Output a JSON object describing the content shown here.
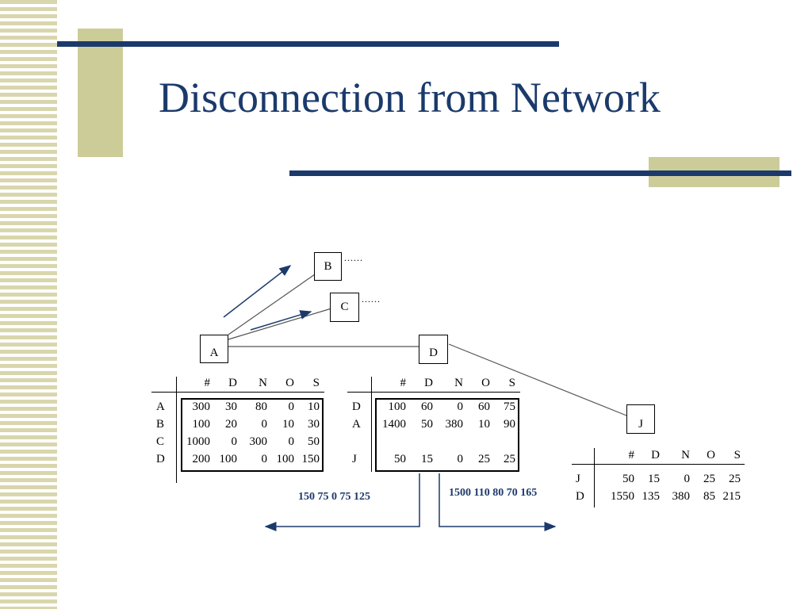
{
  "colors": {
    "accent_navy": "#1b3a6b",
    "accent_khaki": "#cccc99",
    "stripe": "#d9d6ad"
  },
  "slide": {
    "title": "Disconnection from Network"
  },
  "nodes": {
    "a": "A",
    "b": "B",
    "c": "C",
    "d": "D",
    "j": "J"
  },
  "headers": [
    "#",
    "D",
    "N",
    "O",
    "S"
  ],
  "table_a": {
    "rows": [
      {
        "label": "A",
        "cells": [
          "300",
          "30",
          "80",
          "0",
          "10"
        ]
      },
      {
        "label": "B",
        "cells": [
          "100",
          "20",
          "0",
          "10",
          "30"
        ]
      },
      {
        "label": "C",
        "cells": [
          "1000",
          "0",
          "300",
          "0",
          "50"
        ]
      },
      {
        "label": "D",
        "cells": [
          "200",
          "100",
          "0",
          "100",
          "150"
        ]
      }
    ]
  },
  "table_d": {
    "rows": [
      {
        "label": "D",
        "cells": [
          "100",
          "60",
          "0",
          "60",
          "75"
        ]
      },
      {
        "label": "A",
        "cells": [
          "1400",
          "50",
          "380",
          "10",
          "90"
        ]
      },
      {
        "label": "J",
        "cells": [
          "50",
          "15",
          "0",
          "25",
          "25"
        ]
      }
    ]
  },
  "table_j": {
    "rows": [
      {
        "label": "J",
        "cells": [
          "50",
          "15",
          "0",
          "25",
          "25"
        ]
      },
      {
        "label": "D",
        "cells": [
          "1550",
          "135",
          "380",
          "85",
          "215"
        ]
      }
    ]
  },
  "messages": {
    "left": "150 75 0 75 125",
    "right": "1500 110 80 70 165"
  },
  "dots": {
    "b": "......",
    "c": "......"
  }
}
